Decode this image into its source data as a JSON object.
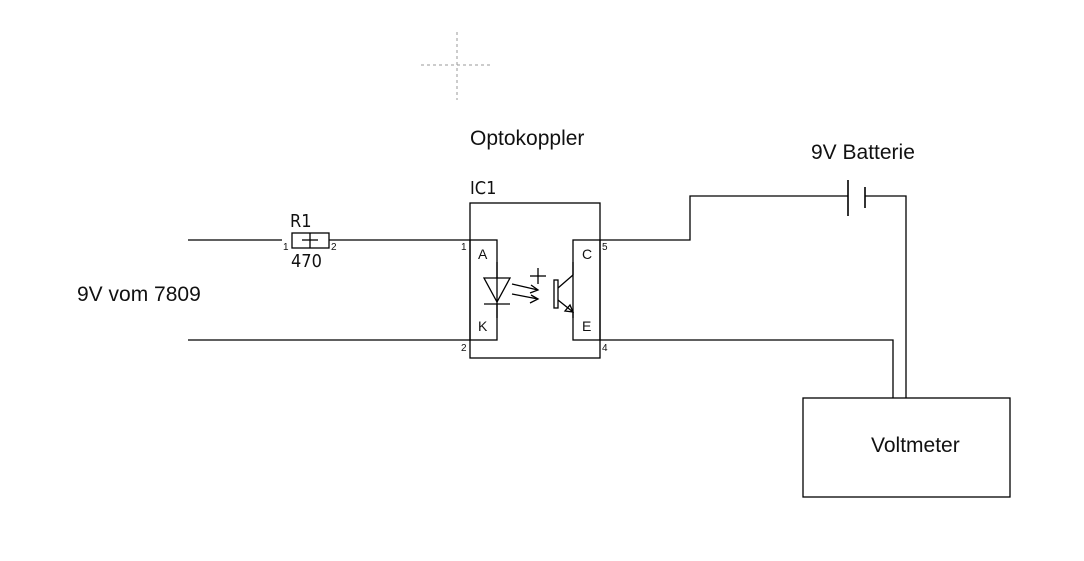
{
  "labels": {
    "optocoupler_title": "Optokoppler",
    "battery": "9V Batterie",
    "input_source": "9V vom 7809",
    "voltmeter": "Voltmeter"
  },
  "resistor": {
    "ref": "R1",
    "value": "470",
    "pin1": "1",
    "pin2": "2"
  },
  "ic": {
    "ref": "IC1",
    "pin1": "1",
    "pin2": "2",
    "pin4": "4",
    "pin5": "5",
    "anode": "A",
    "cathode": "K",
    "collector": "C",
    "emitter": "E"
  },
  "colors": {
    "line": "#000000",
    "crosshair": "#9a9a9a"
  }
}
